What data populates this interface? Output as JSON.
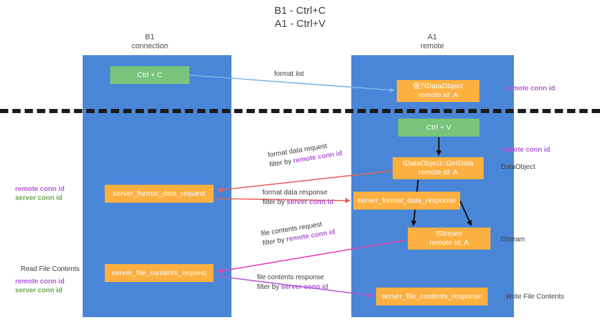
{
  "title": {
    "line1": "B1 - Ctrl+C",
    "line2": "A1 - Ctrl+V"
  },
  "columns": {
    "left": {
      "name": "B1",
      "role": "connection"
    },
    "right": {
      "name": "A1",
      "role": "remote"
    }
  },
  "boxes": {
    "ctrl_c": {
      "label": "Ctrl + C",
      "color": "#78c47c"
    },
    "idataobject": {
      "line1": "仮ｱIDataObject",
      "line2": "remote id: A",
      "color": "#fbb040"
    },
    "ctrl_v": {
      "label": "Ctrl + V",
      "color": "#78c47c"
    },
    "getdata": {
      "line1": "IDataObject::GetData",
      "line2": "remote id: A",
      "color": "#fbb040"
    },
    "server_format_data_request": {
      "label": "server_format_data_request",
      "color": "#fbb040"
    },
    "server_format_data_response": {
      "label": "server_format_data_response",
      "color": "#fbb040"
    },
    "istream": {
      "line1": "IStream",
      "line2": "remote id: A",
      "color": "#fbb040"
    },
    "server_file_contents_request": {
      "label": "server_file_contents_request",
      "color": "#fbb040"
    },
    "server_file_contents_response": {
      "label": "server_file_contents_response",
      "color": "#fbb040"
    }
  },
  "flows": {
    "format_list": {
      "text": "format list",
      "color": "#7fb4e8"
    },
    "format_data_request": {
      "line1": "format data request",
      "filter_prefix": "filter by ",
      "filter_key": "remote conn id",
      "color": "#e8615a"
    },
    "format_data_response": {
      "line1": "format data response",
      "filter_prefix": "filter by ",
      "filter_key": "server conn id",
      "color": "#e8615a"
    },
    "file_contents_request": {
      "line1": "file contents request",
      "filter_prefix": "filter by ",
      "filter_key": "remote conn id",
      "color": "#e040b0"
    },
    "file_contents_response": {
      "line1": "file contents response",
      "filter_prefix": "filter by ",
      "filter_key": "server conn id",
      "color": "#b05ad0"
    }
  },
  "annotations": {
    "right": [
      {
        "text": "remote conn id",
        "style": "purple"
      },
      {
        "text": "remote conn id",
        "style": "purple"
      },
      {
        "text": "DataObject",
        "style": "plain"
      },
      {
        "text": "IStream",
        "style": "plain"
      },
      {
        "text": "Write File Contents",
        "style": "plain"
      }
    ],
    "left": [
      {
        "text": "remote conn id",
        "style": "purple"
      },
      {
        "text": "server conn id",
        "style": "green"
      },
      {
        "text": "Read File Contents",
        "style": "plain"
      },
      {
        "text": "remote conn id",
        "style": "purple"
      },
      {
        "text": "server conn id",
        "style": "green"
      }
    ]
  },
  "colors": {
    "lane": "#4a86d7",
    "green_box": "#78c47c",
    "orange_box": "#fbb040",
    "purple": "#b05ad0",
    "green_text": "#6aa84f",
    "red_arrow": "#e8615a",
    "magenta_arrow": "#e040b0",
    "blue_arrow": "#7fb4e8",
    "divider": "#1a1a1a",
    "background": "#ffffff"
  }
}
